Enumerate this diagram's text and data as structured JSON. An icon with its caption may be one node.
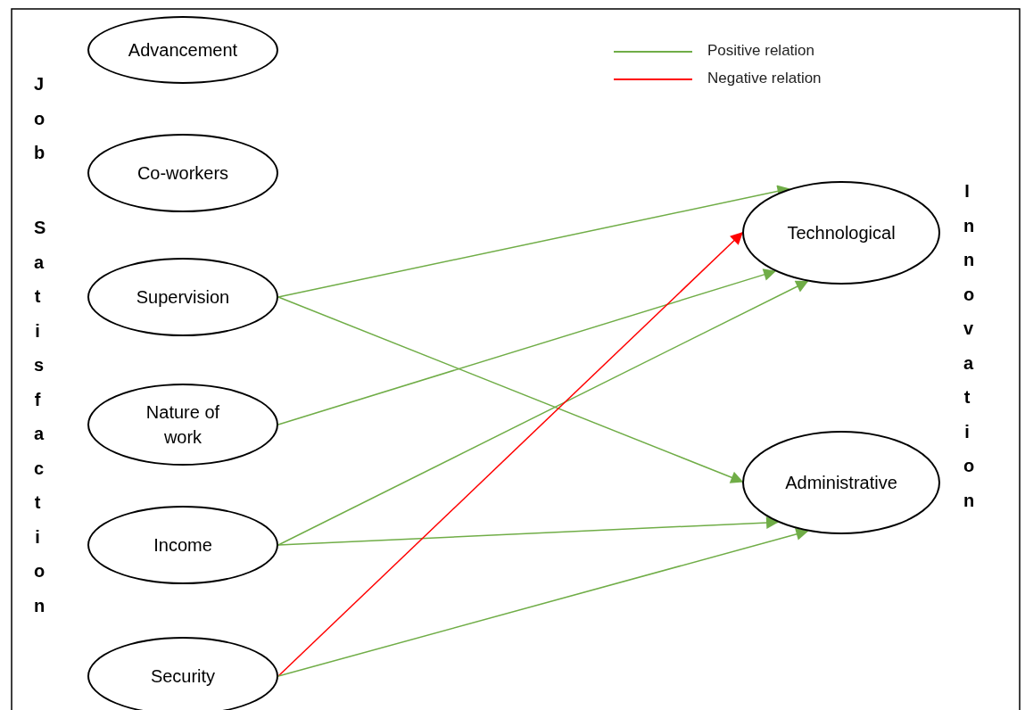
{
  "diagram": {
    "nodes": [
      {
        "text": [
          "Advancement"
        ]
      },
      {
        "text": [
          "Co-workers"
        ]
      },
      {
        "text": [
          "Supervision"
        ]
      },
      {
        "text": [
          "Nature of work"
        ]
      },
      {
        "text": [
          "Income"
        ]
      },
      {
        "text": [
          "Security"
        ]
      },
      {
        "text": [
          "Technological"
        ]
      },
      {
        "text": [
          "Administrative"
        ]
      }
    ],
    "edges": [
      {
        "from": 2,
        "to": 6,
        "arrow": "to"
      },
      {
        "from": 2,
        "to": 7,
        "arrow": "to"
      },
      {
        "from": 3,
        "to": 6,
        "arrow": "to"
      },
      {
        "from": 4,
        "to": 6,
        "arrow": "to"
      },
      {
        "from": 4,
        "to": 7,
        "arrow": "to"
      },
      {
        "from": 5,
        "to": 6,
        "arrow": "to",
        "color": "#ff0000"
      },
      {
        "from": 5,
        "to": 7,
        "arrow": "to"
      }
    ],
    "labels": [
      "Job",
      "Satisfaction",
      "Innovation"
    ],
    "legend": [
      {
        "text": "Positive relation",
        "color": "#70ad47"
      },
      {
        "text": "Negative relation",
        "color": "#ff0000"
      }
    ]
  }
}
